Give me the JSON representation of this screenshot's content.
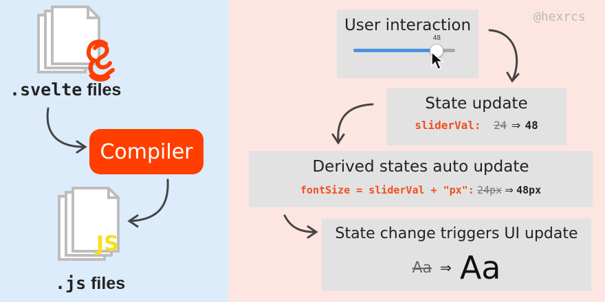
{
  "watermark": "@hexrcs",
  "left": {
    "svelte_ext": ".svelte",
    "svelte_files_word": "files",
    "compiler_label": "Compiler",
    "js_ext": ".js",
    "js_files_word": "files",
    "js_badge": "JS"
  },
  "steps": {
    "user_interaction": {
      "title": "User interaction",
      "slider_value_label": "48",
      "slider_fraction": 0.82
    },
    "state_update": {
      "title": "State update",
      "var_expr": "sliderVal:",
      "old_value": "24",
      "arrow": "⇒",
      "new_value": "48"
    },
    "derived": {
      "title": "Derived states auto update",
      "expr": "fontSize = sliderVal + \"px\":",
      "old_value": "24px",
      "arrow": "⇒",
      "new_value": "48px"
    },
    "ui_update": {
      "title": "State change triggers UI update",
      "old_text": "Aa",
      "arrow": "⇒",
      "new_text": "Aa"
    }
  },
  "colors": {
    "left_bg": "#dcecfb",
    "right_bg": "#fde6e1",
    "box_bg": "#e2e2e2",
    "svelte_orange": "#ff3e00",
    "code_orange": "#f24e1e",
    "js_yellow": "#f7df1e",
    "slider_blue": "#4a90e2",
    "arrow": "#444444",
    "text": "#222222"
  },
  "icons": [
    "document-stack-icon",
    "svelte-logo-icon",
    "js-badge-icon",
    "mouse-cursor-icon"
  ]
}
